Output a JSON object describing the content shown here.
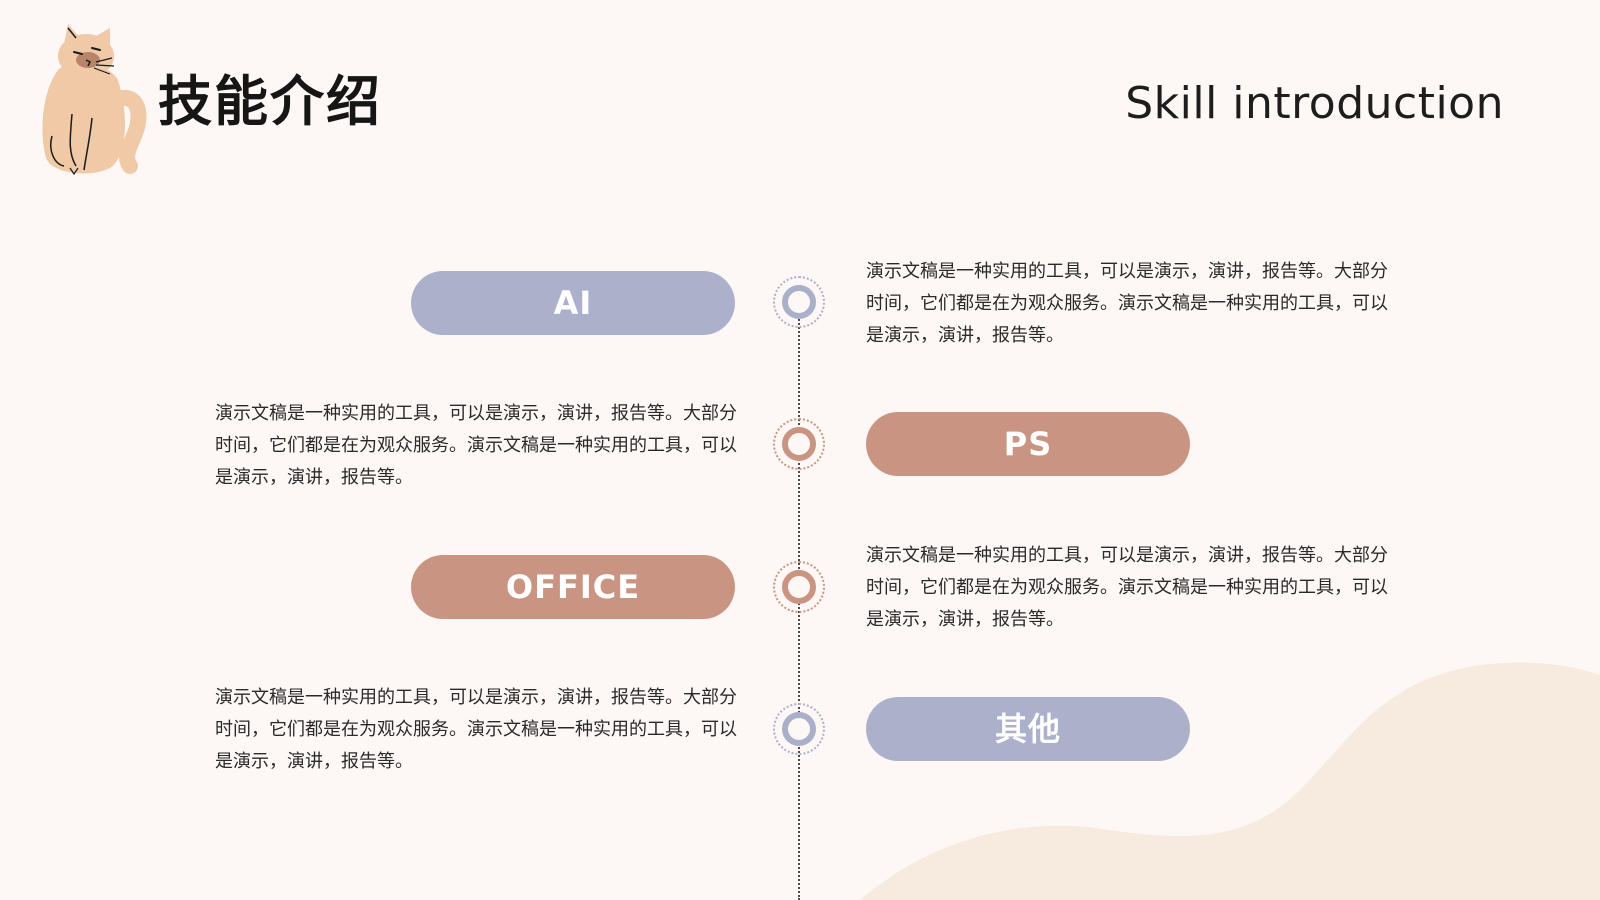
{
  "header": {
    "title_cn": "技能介绍",
    "title_en": "Skill introduction"
  },
  "skills": [
    {
      "label": "AI",
      "description": "演示文稿是一种实用的工具，可以是演示，演讲，报告等。大部分时间，它们都是在为观众服务。演示文稿是一种实用的工具，可以是演示，演讲，报告等。"
    },
    {
      "label": "PS",
      "description": "演示文稿是一种实用的工具，可以是演示，演讲，报告等。大部分时间，它们都是在为观众服务。演示文稿是一种实用的工具，可以是演示，演讲，报告等。"
    },
    {
      "label": "OFFICE",
      "description": "演示文稿是一种实用的工具，可以是演示，演讲，报告等。大部分时间，它们都是在为观众服务。演示文稿是一种实用的工具，可以是演示，演讲，报告等。"
    },
    {
      "label": "其他",
      "description": "演示文稿是一种实用的工具，可以是演示，演讲，报告等。大部分时间，它们都是在为观众服务。演示文稿是一种实用的工具，可以是演示，演讲，报告等。"
    }
  ],
  "colors": {
    "background": "#fdf8f5",
    "pill_blue": "#acb1cb",
    "pill_brown": "#c99582",
    "blob": "#f7ebe0",
    "cat_fur": "#f0c9a6"
  },
  "icons": {
    "mascot": "cat-illustration-icon",
    "timeline_node": "ring-node-icon"
  }
}
